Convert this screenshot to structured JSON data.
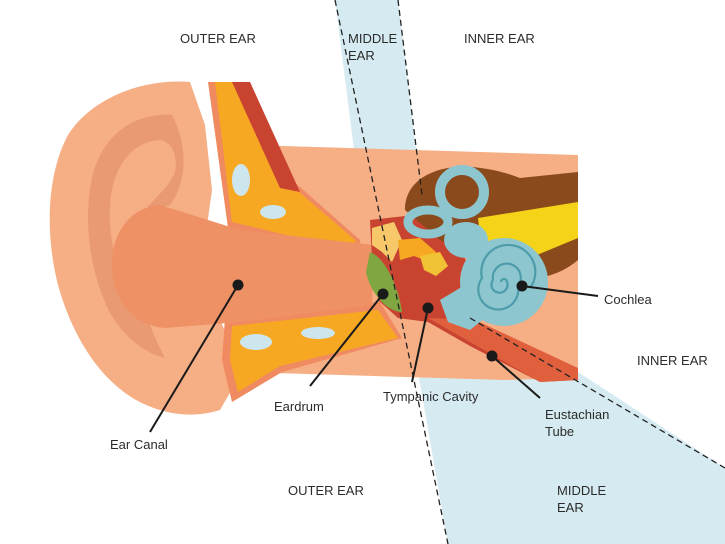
{
  "diagram": {
    "regions": {
      "outer_ear_top": "OUTER EAR",
      "middle_ear_top_line1": "MIDDLE",
      "middle_ear_top_line2": "EAR",
      "inner_ear_top": "INNER EAR",
      "inner_ear_right": "INNER EAR",
      "outer_ear_bottom": "OUTER EAR",
      "middle_ear_bottom_line1": "MIDDLE",
      "middle_ear_bottom_line2": "EAR"
    },
    "parts": {
      "ear_canal": "Ear Canal",
      "eardrum": "Eardrum",
      "tympanic_cavity": "Tympanic Cavity",
      "cochlea": "Cochlea",
      "eustachian_line1": "Eustachian",
      "eustachian_line2": "Tube"
    },
    "colors": {
      "skin": "#F6AE84",
      "skin_dark": "#E9926A",
      "canal": "#EE9165",
      "bone": "#F7A823",
      "flesh_red": "#C94430",
      "cochlea_blue": "#8DC6CF",
      "cochlea_dark": "#4C9CAA",
      "eardrum_green": "#7FA640",
      "nerve_yellow": "#F5D318",
      "brown": "#8A4A1C",
      "region_band": "#D6EBF1"
    }
  }
}
